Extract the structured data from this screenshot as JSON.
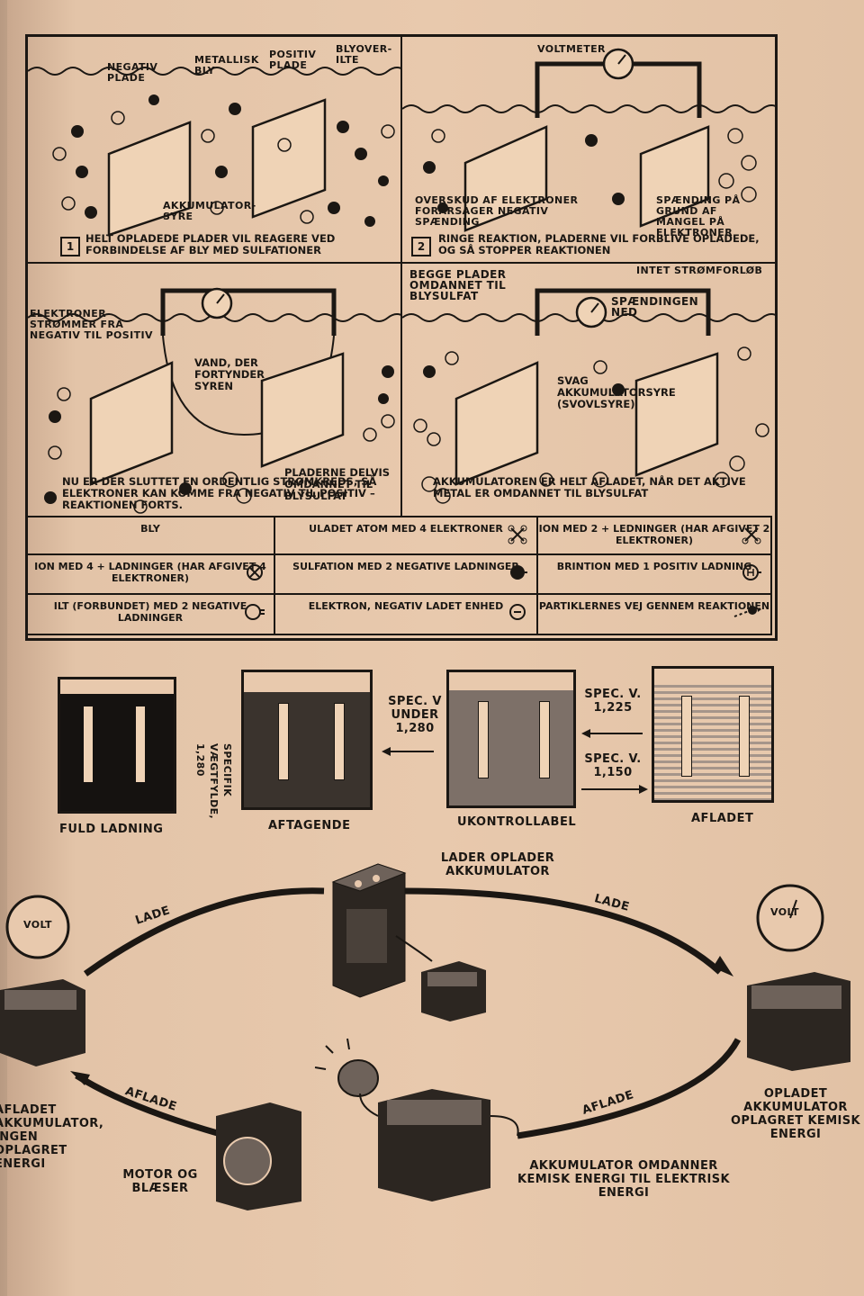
{
  "panels": {
    "p1": {
      "labels": {
        "negativ": "NEGATIV PLADE",
        "metallisk": "METALLISK BLY",
        "positiv": "POSITIV PLADE",
        "blyoverilte": "BLYOVER-ILTE",
        "syre": "AKKUMULATOR-SYRE"
      },
      "number": "1",
      "caption": "HELT OPLADEDE PLADER VIL REAGERE VED FORBINDELSE AF BLY MED SULFATIONER"
    },
    "p2": {
      "labels": {
        "voltmeter": "VOLTMETER",
        "overskud": "OVERSKUD AF ELEKTRONER FORÅRSAGER NEGATIV SPÆNDING",
        "spaending": "SPÆNDING PÅ GRUND AF MANGEL PÅ ELEKTRONER"
      },
      "number": "2",
      "caption": "RINGE REAKTION, PLADERNE VIL FORBLIVE OPLADEDE, OG SÅ STOPPER REAKTIONEN"
    },
    "p3": {
      "labels": {
        "strom": "ELEKTRONER STRØMMER FRA NEGATIV TIL POSITIV",
        "vand": "VAND, DER FORTYNDER SYREN",
        "pladerne": "PLADERNE DELVIS OMDANNET TIL BLYSULFAT"
      },
      "number": "3",
      "caption": "NU ER DER SLUTTET EN ORDENTLIG STRØMKREDS, SÅ ELEKTRONER KAN KOMME FRA NEGATIV TIL POSITIV – REAKTIONEN FORTS."
    },
    "p4": {
      "labels": {
        "begge": "BEGGE PLADER OMDANNET TIL BLYSULFAT",
        "intet": "INTET STRØMFORLØB",
        "spaendingen": "SPÆNDINGEN NED",
        "svag": "SVAG AKKUMULATORSYRE (SVOVLSYRE)"
      },
      "number": "4",
      "caption": "AKKUMULATOREN ER HELT AFLADET, NÅR DET AKTIVE METAL ER OMDANNET TIL BLYSULFAT"
    }
  },
  "legend": [
    {
      "text": "BLY"
    },
    {
      "text": "ULADET ATOM MED 4 ELEKTRONER"
    },
    {
      "text": "ION MED 2 + LEDNINGER (HAR AFGIVET 2 ELEKTRONER)"
    },
    {
      "text": "ION MED 4 + LADNINGER (HAR AFGIVET 4 ELEKTRONER)"
    },
    {
      "text": "SULFATION MED 2 NEGATIVE LADNINGER"
    },
    {
      "text": "BRINTION MED 1 POSITIV LADNING"
    },
    {
      "text": "ILT (FORBUNDET) MED 2 NEGATIVE LADNINGER"
    },
    {
      "text": "ELEKTRON, NEGATIV LADET ENHED"
    },
    {
      "text": "PARTIKLERNES VEJ GENNEM REAKTIONEN"
    }
  ],
  "charge_states": {
    "fuld": "FULD LADNING",
    "aftagende": "AFTAGENDE",
    "ukontrollabel": "UKONTROLLABEL",
    "afladet": "AFLADET",
    "specifik": "SPECIFIK VÆGTFYLDE, 1,280",
    "under": "SPEC. V UNDER 1,280",
    "spec1225": "SPEC. V. 1,225",
    "spec1150": "SPEC. V. 1,150"
  },
  "cycle": {
    "lader": "LADER OPLADER AKKUMULATOR",
    "lade_left": "LADE",
    "lade_right": "LADE",
    "aflade_left": "AFLADE",
    "aflade_right": "AFLADE",
    "afladet_akk": "AFLADET AKKUMULATOR, INGEN OPLAGRET ENERGI",
    "opladet_akk": "OPLADET AKKUMULATOR OPLAGRET KEMISK ENERGI",
    "motor": "MOTOR OG BLÆSER",
    "akk_omdanner": "AKKUMULATOR OMDANNER KEMISK ENERGI TIL ELEKTRISK ENERGI",
    "volt_left": "VOLT",
    "volt_right": "VOLT"
  }
}
